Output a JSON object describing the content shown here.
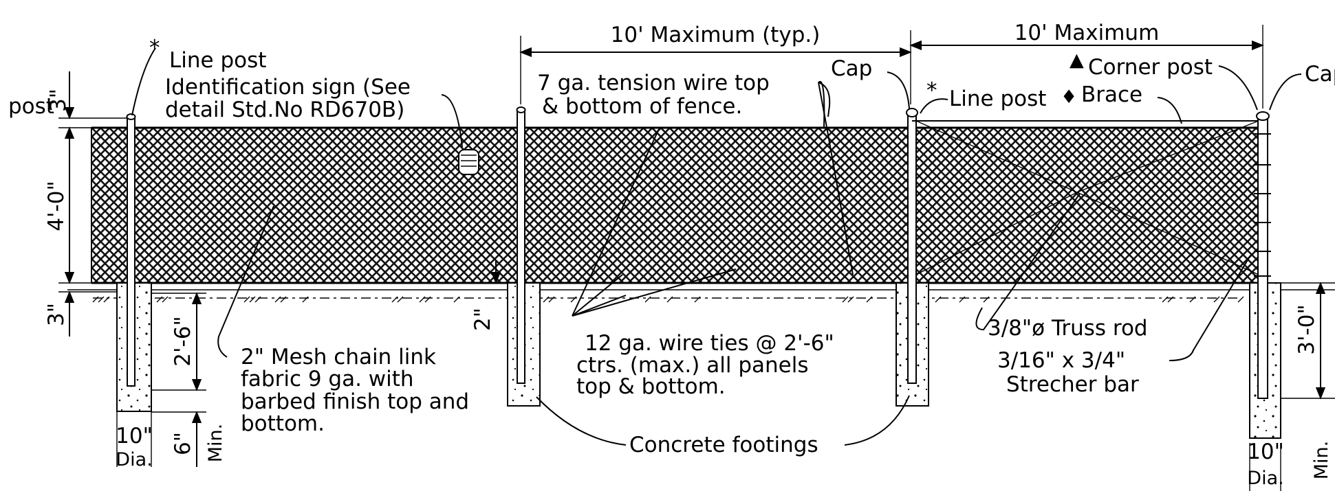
{
  "dimensions": {
    "top_left_span": "10' Maximum (typ.)",
    "top_right_span": "10' Maximum",
    "left_post_label": "post",
    "left_post_height": "3\"",
    "fabric_height": "4'-0\"",
    "bottom_clearance": "3\"",
    "footing_depth_left": "2'-6\"",
    "footing_bottom": "6\"",
    "footing_min": "Min.",
    "footing_dia_value": "10\"",
    "footing_dia_label": "Dia.",
    "mid_clearance": "2\"",
    "right_footing_depth": "3'-0\"",
    "right_dia_value": "10\"",
    "right_dia_label": "Dia.",
    "right_min": "Min."
  },
  "callouts": {
    "line_post_left_marker": "*",
    "line_post_left": "Line post",
    "id_sign_line1": "Identification sign (See",
    "id_sign_line2": "detail Std.No RD670B)",
    "tension_wire_line1": "7 ga. tension wire top",
    "tension_wire_line2": "& bottom of fence.",
    "cap_mid": "Cap",
    "line_post_mid_marker": "*",
    "line_post_mid": "Line post",
    "corner_post_marker": "▲",
    "corner_post": "Corner post",
    "brace_marker": "♦",
    "brace": "Brace",
    "cap_right": "Cap",
    "mesh_line1": "2\" Mesh chain link",
    "mesh_line2": "fabric 9 ga. with",
    "mesh_line3": "barbed finish top and",
    "mesh_line4": "bottom.",
    "ties_line1": "12 ga. wire ties @ 2'-6\"",
    "ties_line2": "ctrs. (max.) all panels",
    "ties_line3": "top & bottom.",
    "footings": "Concrete footings",
    "truss_rod": "3/8\"ø Truss rod",
    "strecher_line1": "3/16\" x 3/4\"",
    "strecher_line2": "Strecher bar"
  }
}
